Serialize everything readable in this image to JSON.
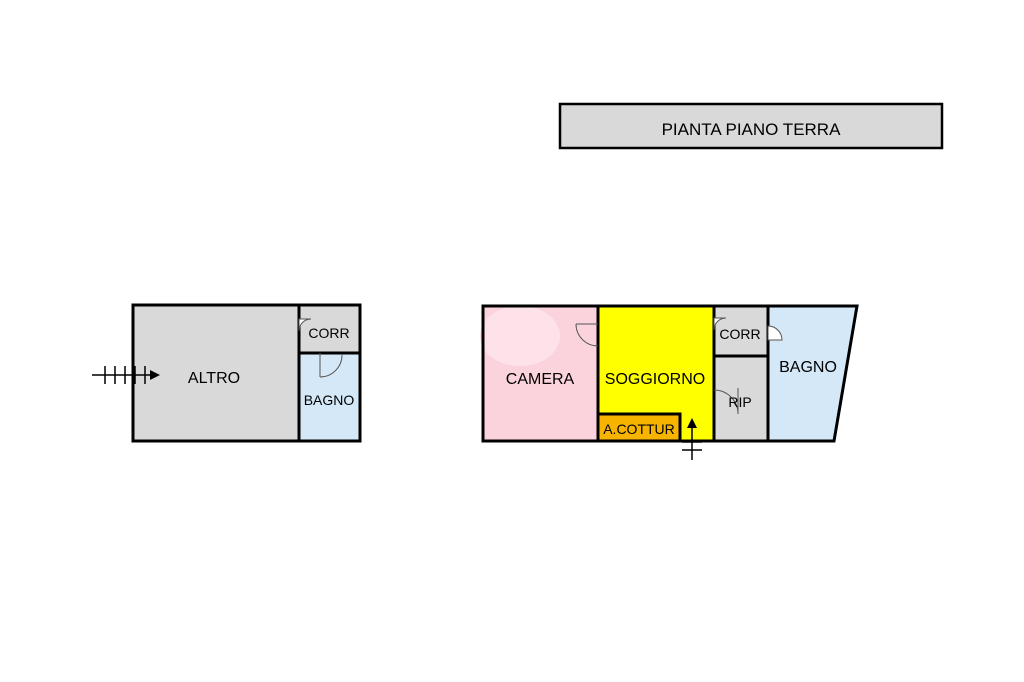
{
  "title": "PIANTA PIANO TERRA",
  "colors": {
    "wall": "#000000",
    "grey_room": "#d9d9d9",
    "blue_room": "#d4e8f8",
    "pink_room": "#fbd3dc",
    "yellow_room": "#ffff00",
    "orange_room": "#f6b300",
    "title_bg": "#d9d9d9"
  },
  "left_unit": {
    "rooms": {
      "altro": "ALTRO",
      "corr": "CORR",
      "bagno": "BAGNO"
    }
  },
  "right_unit": {
    "rooms": {
      "camera": "CAMERA",
      "soggiorno": "SOGGIORNO",
      "angolo_cottura": "A.COTTUR",
      "corr": "CORR",
      "ripostiglio": "RIP",
      "bagno": "BAGNO"
    }
  },
  "icons": {
    "entrance_left": "entrance-arrow-icon",
    "entrance_right": "entrance-arrow-icon",
    "door_swing": "door-swing-icon"
  }
}
